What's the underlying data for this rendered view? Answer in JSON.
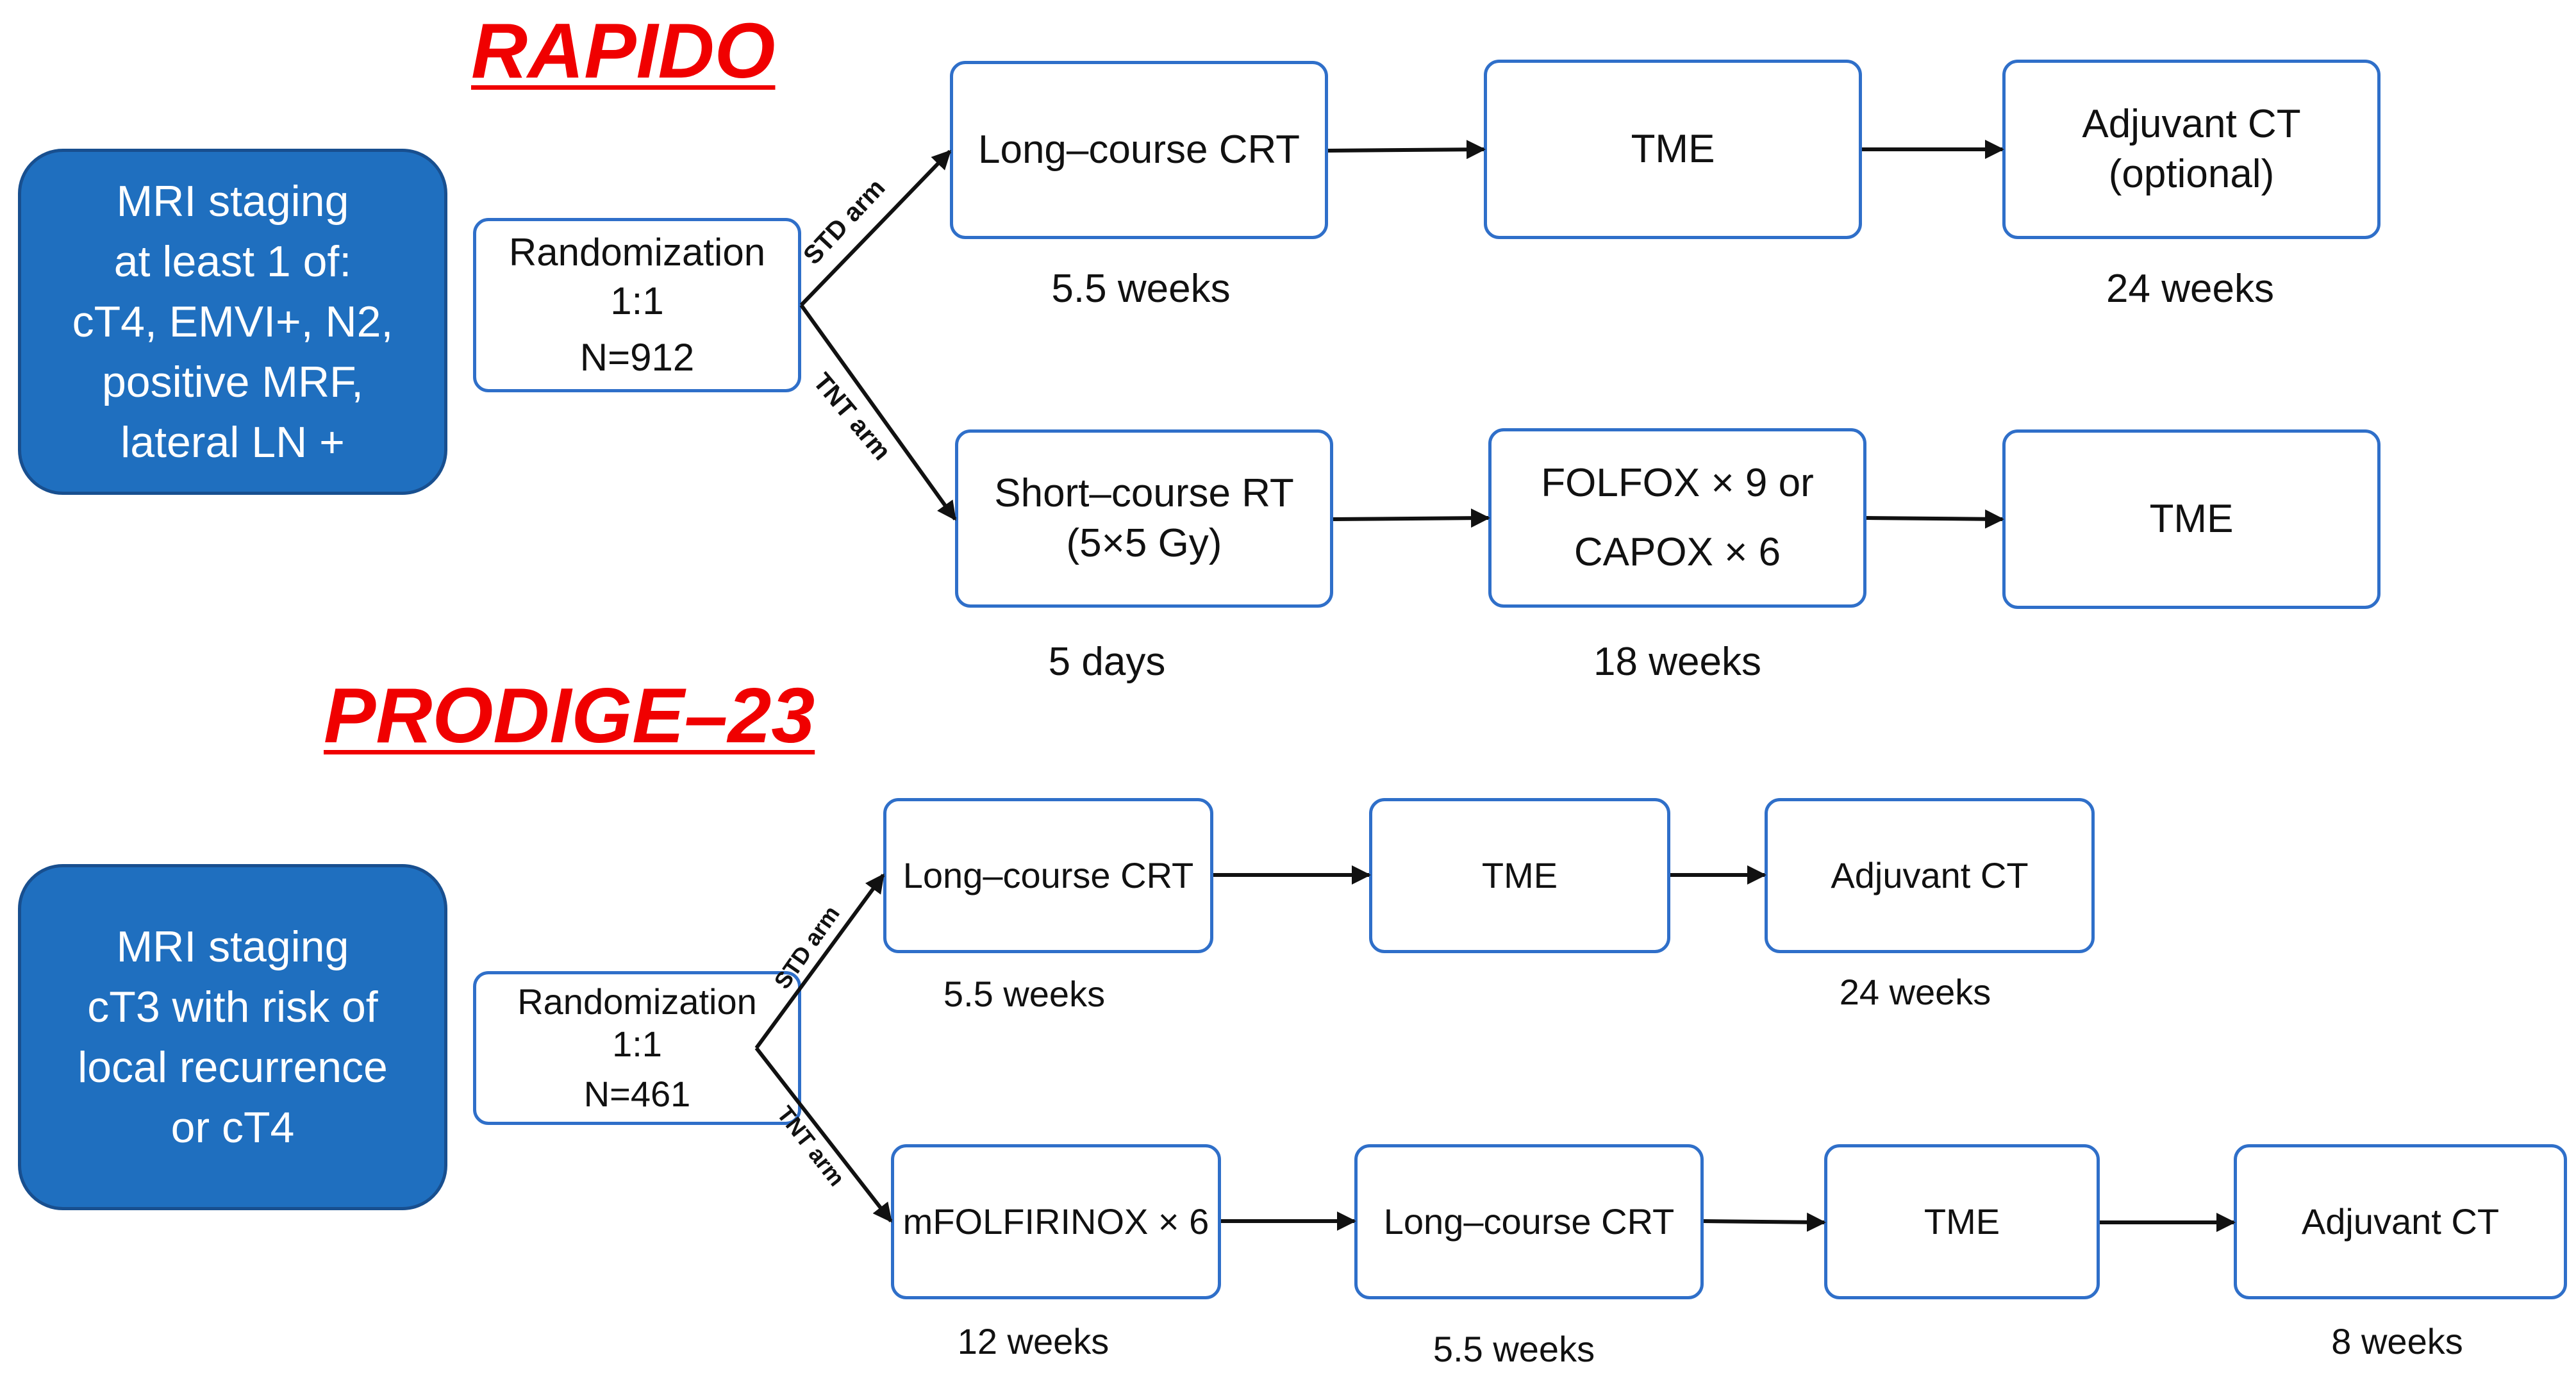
{
  "rapido": {
    "title": "RAPIDO",
    "staging": [
      "MRI staging",
      "at least 1 of:",
      "cT4, EMVI+, N2,",
      "positive MRF,",
      "lateral LN +"
    ],
    "randomization": {
      "label": "Randomization",
      "ratio": "1:1",
      "n": "N=912"
    },
    "std_arm": {
      "label": "STD arm",
      "steps": [
        {
          "lines": [
            "Long–course CRT"
          ],
          "duration": "5.5 weeks"
        },
        {
          "lines": [
            "TME"
          ],
          "duration": ""
        },
        {
          "lines": [
            "Adjuvant CT",
            "(optional)"
          ],
          "duration": "24 weeks"
        }
      ]
    },
    "tnt_arm": {
      "label": "TNT arm",
      "steps": [
        {
          "lines": [
            "Short–course RT",
            "(5×5 Gy)"
          ],
          "duration": "5 days"
        },
        {
          "lines": [
            "FOLFOX × 9 or",
            "CAPOX × 6"
          ],
          "duration": "18 weeks"
        },
        {
          "lines": [
            "TME"
          ],
          "duration": ""
        }
      ]
    }
  },
  "prodige": {
    "title": "PRODIGE–23",
    "staging": [
      "MRI staging",
      "cT3 with risk of",
      "local recurrence",
      "or cT4"
    ],
    "randomization": {
      "label": "Randomization",
      "ratio": "1:1",
      "n": "N=461"
    },
    "std_arm": {
      "label": "STD arm",
      "steps": [
        {
          "lines": [
            "Long–course CRT"
          ],
          "duration": "5.5 weeks"
        },
        {
          "lines": [
            "TME"
          ],
          "duration": ""
        },
        {
          "lines": [
            "Adjuvant CT"
          ],
          "duration": "24 weeks"
        }
      ]
    },
    "tnt_arm": {
      "label": "TNT arm",
      "steps": [
        {
          "lines": [
            "mFOLFIRINOX × 6"
          ],
          "duration": "12 weeks"
        },
        {
          "lines": [
            "Long–course CRT"
          ],
          "duration": "5.5 weeks"
        },
        {
          "lines": [
            "TME"
          ],
          "duration": ""
        },
        {
          "lines": [
            "Adjuvant CT"
          ],
          "duration": "8 weeks"
        }
      ]
    }
  },
  "colors": {
    "title": "#f00000",
    "staging_fill": "#1f6fbf",
    "staging_border": "#184f8f",
    "box_border": "#2f6fc9",
    "arrow": "#111111"
  }
}
